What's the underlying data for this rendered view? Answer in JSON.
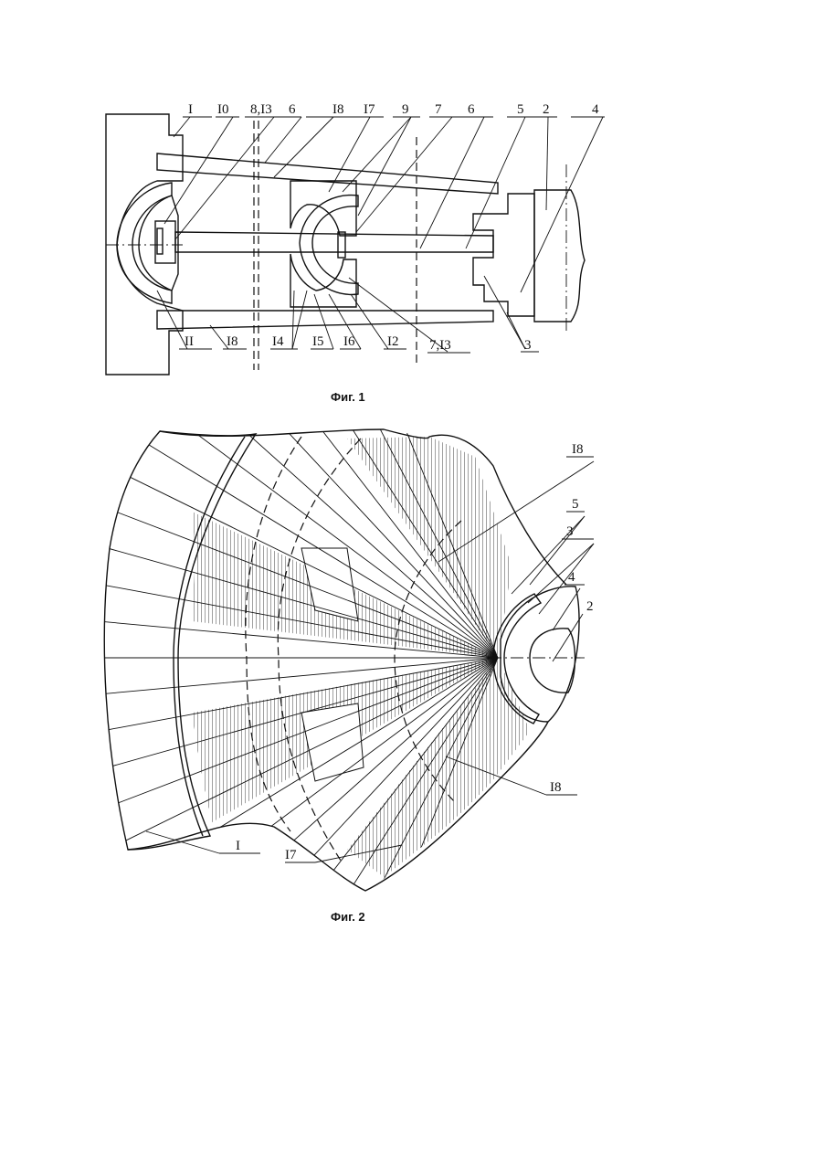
{
  "figure1": {
    "caption": "Фиг. 1",
    "labels_top": [
      "I",
      "I0",
      "8,I3",
      "6",
      "I8",
      "I7",
      "9",
      "7",
      "6",
      "5",
      "2",
      "4"
    ],
    "labels_bottom": [
      "II",
      "I8",
      "I4",
      "I5",
      "I6",
      "I2",
      "7,I3",
      "3"
    ]
  },
  "figure2": {
    "caption": "Фиг. 2",
    "labels": [
      "I8",
      "5",
      "3",
      "4",
      "2",
      "I8",
      "I",
      "I7"
    ]
  },
  "colors": {
    "ink": "#111111",
    "paper": "#ffffff"
  }
}
